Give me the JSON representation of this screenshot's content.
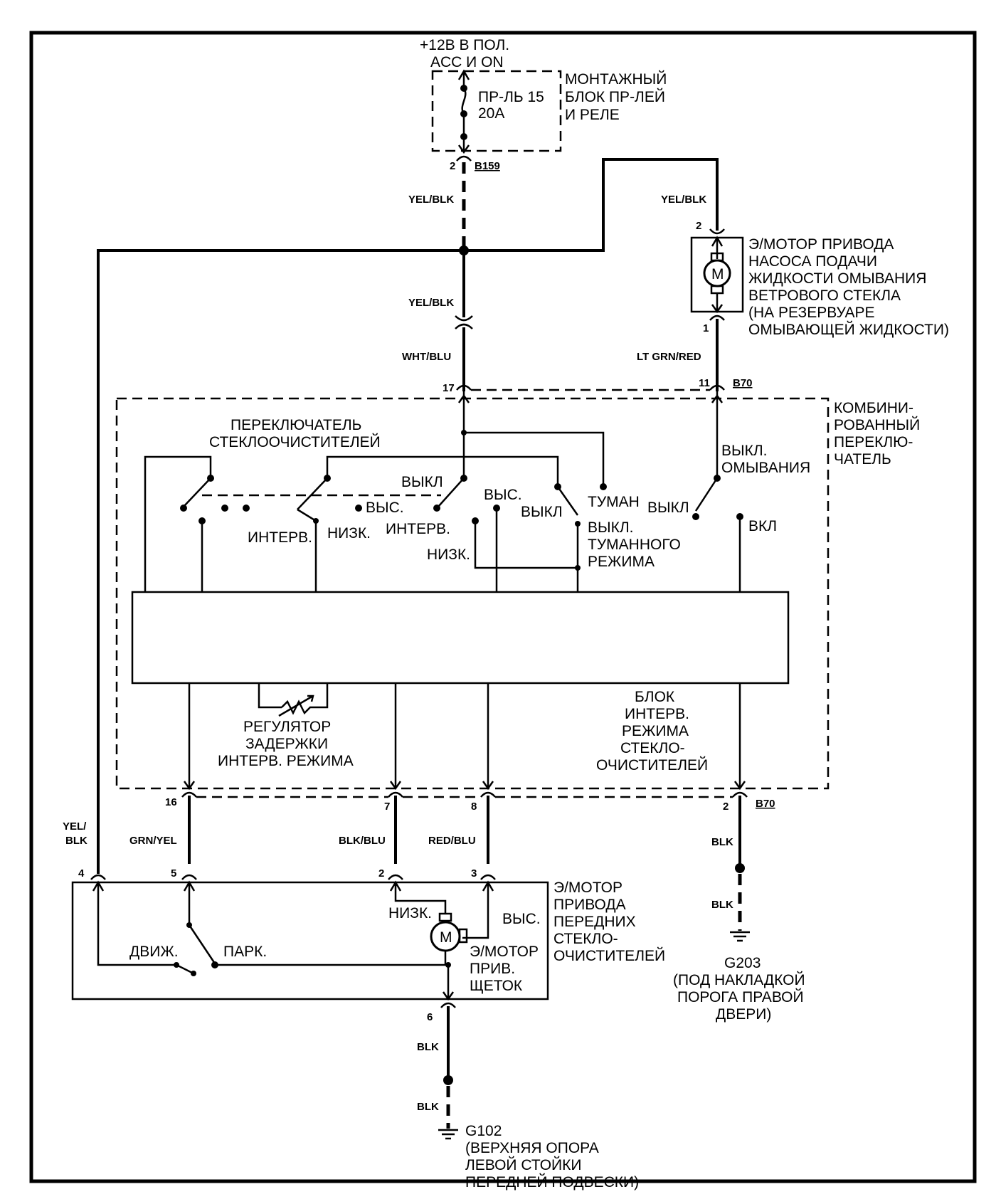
{
  "power": {
    "line1": "+12В В ПОЛ.",
    "line2": "ACC И ON"
  },
  "fuse_block": {
    "line1": "МОНТАЖНЫЙ",
    "line2": "БЛОК ПР-ЛЕЙ",
    "line3": "И РЕЛЕ"
  },
  "fuse": {
    "line1": "ПР-ЛЬ 15",
    "line2": "20А"
  },
  "connectors": {
    "b159_pin": "2",
    "b159": "B159",
    "pump_pin2": "2",
    "pump_pin1": "1",
    "switch_17": "17",
    "switch_11": "11",
    "b70_top": "B70",
    "pin16": "16",
    "pin7": "7",
    "pin8": "8",
    "pin2": "2",
    "b70_bottom": "B70",
    "motor_4": "4",
    "motor_5": "5",
    "motor_2": "2",
    "motor_3": "3",
    "motor_6": "6"
  },
  "wires": {
    "yel_blk_1": "YEL/BLK",
    "yel_blk_2": "YEL/BLK",
    "yel_blk_3": "YEL/BLK",
    "wht_blu": "WHT/BLU",
    "lt_grn_red": "LT GRN/RED",
    "yel_blk_left_1": "YEL/",
    "yel_blk_left_2": "BLK",
    "grn_yel": "GRN/YEL",
    "blk_blu": "BLK/BLU",
    "red_blu": "RED/BLU",
    "blk_1": "BLK",
    "blk_2": "BLK",
    "blk_3": "BLK",
    "blk_4": "BLK"
  },
  "pump_motor": {
    "line1": "Э/МОТОР ПРИВОДА",
    "line2": "НАСОСА ПОДАЧИ",
    "line3": "ЖИДКОСТИ ОМЫВАНИЯ",
    "line4": "ВЕТРОВОГО СТЕКЛА",
    "line5": "(НА РЕЗЕРВУАРЕ",
    "line6": "ОМЫВАЮЩЕЙ ЖИДКОСТИ)",
    "symbol": "M"
  },
  "combo_switch": {
    "line1": "КОМБИНИ-",
    "line2": "РОВАННЫЙ",
    "line3": "ПЕРЕКЛЮ-",
    "line4": "ЧАТЕЛЬ"
  },
  "wiper_switch": {
    "line1": "ПЕРЕКЛЮЧАТЕЛЬ",
    "line2": "СТЕКЛООЧИСТИТЕЛЕЙ"
  },
  "switch_labels": {
    "off1": "ВЫКЛ",
    "high1": "ВЫС.",
    "high2": "ВЫС.",
    "off2": "ВЫКЛ",
    "fog": "ТУМАН",
    "interval1": "ИНТЕРВ.",
    "low1": "НИЗК.",
    "interval2": "ИНТЕРВ.",
    "low2": "НИЗК.",
    "fog_off_1": "ВЫКЛ.",
    "fog_off_2": "ТУМАННОГО",
    "fog_off_3": "РЕЖИМА",
    "wash_off_1": "ВЫКЛ.",
    "wash_off_2": "ОМЫВАНИЯ",
    "wash_off": "ВЫКЛ",
    "wash_on": "ВКЛ"
  },
  "delay_regulator": {
    "line1": "РЕГУЛЯТОР",
    "line2": "ЗАДЕРЖКИ",
    "line3": "ИНТЕРВ. РЕЖИМА"
  },
  "interval_unit": {
    "line1": "БЛОК",
    "line2": "ИНТЕРВ.",
    "line3": "РЕЖИМА",
    "line4": "СТЕКЛО-",
    "line5": "ОЧИСТИТЕЛЕЙ"
  },
  "wiper_motor": {
    "line1": "Э/МОТОР",
    "line2": "ПРИВОДА",
    "line3": "ПЕРЕДНИХ",
    "line4": "СТЕКЛО-",
    "line5": "ОЧИСТИТЕЛЕЙ",
    "low": "НИЗК.",
    "high": "ВЫС.",
    "run": "ДВИЖ.",
    "park": "ПАРК.",
    "brush_1": "Э/МОТОР",
    "brush_2": "ПРИВ.",
    "brush_3": "ЩЕТОК",
    "symbol": "M"
  },
  "ground_g203": {
    "line1": "G203",
    "line2": "(ПОД НАКЛАДКОЙ",
    "line3": "ПОРОГА ПРАВОЙ",
    "line4": "ДВЕРИ)"
  },
  "ground_g102": {
    "line1": "G102",
    "line2": "(ВЕРХНЯЯ ОПОРА",
    "line3": "ЛЕВОЙ СТОЙКИ",
    "line4": "ПЕРЕДНЕЙ ПОДВЕСКИ)"
  }
}
